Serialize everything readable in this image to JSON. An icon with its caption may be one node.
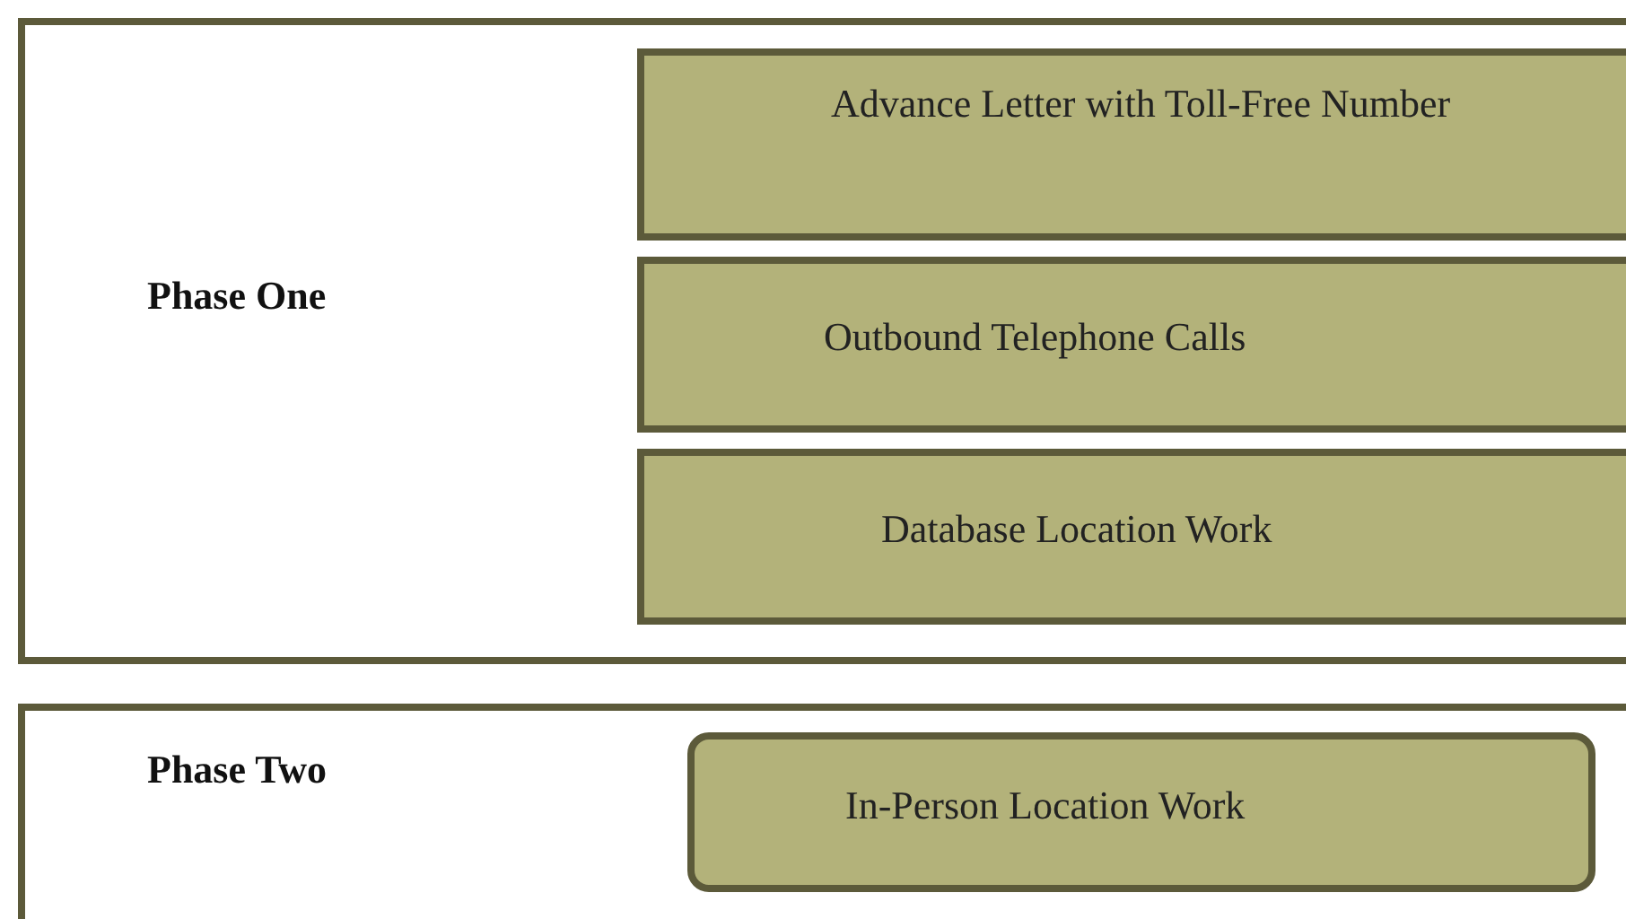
{
  "diagram": {
    "nodes": [
      {
        "text": [
          "Phase One"
        ]
      },
      {
        "text": [
          "Advance Letter with Toll-Free Number"
        ],
        "in": 0
      },
      {
        "text": [
          "Outbound Telephone Calls"
        ],
        "in": 0
      },
      {
        "text": [
          "Database Location Work"
        ],
        "in": 0
      },
      {
        "text": [
          "Phase Two"
        ]
      },
      {
        "text": [
          "In-Person Location Work"
        ],
        "in": 4
      }
    ]
  }
}
